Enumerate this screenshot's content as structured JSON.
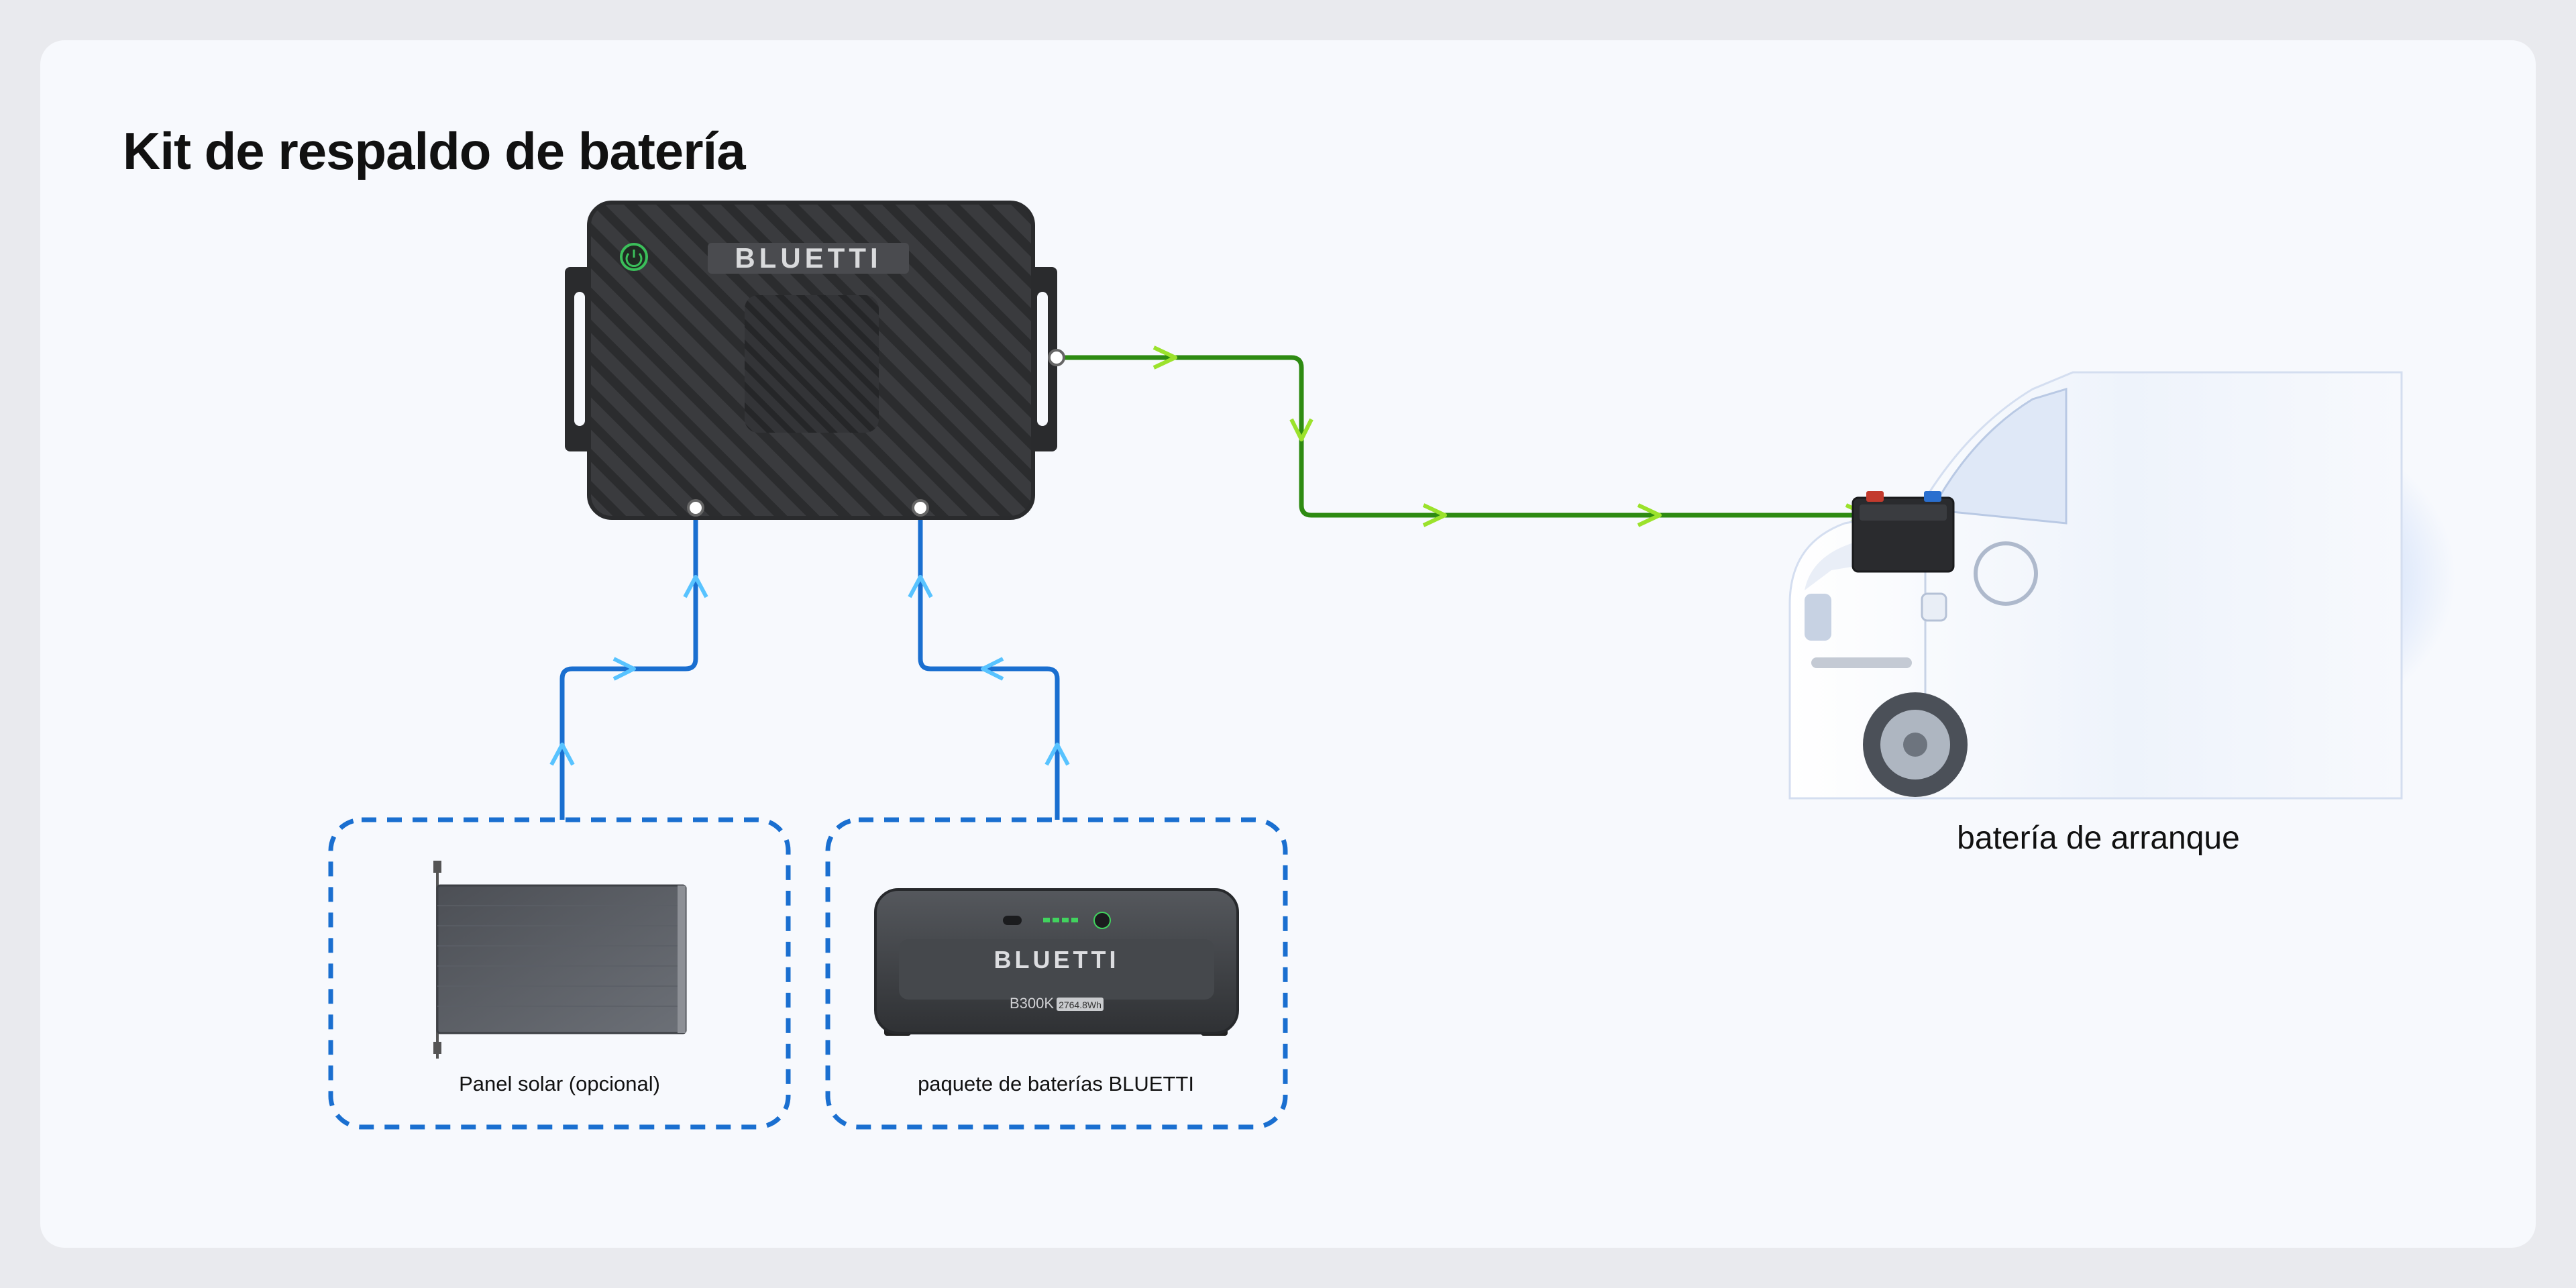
{
  "title": "Kit de respaldo de batería",
  "controller": {
    "brand": "BLUETTI"
  },
  "solar_panel": {
    "label": "Panel solar (opcional)"
  },
  "battery_pack": {
    "label": "paquete de baterías BLUETTI",
    "brand": "BLUETTI",
    "model": "B300K",
    "capacity": "2764.8Wh"
  },
  "vehicle": {
    "label": "batería de arranque"
  },
  "colors": {
    "input_line": "#1a6fd0",
    "input_arrow": "#58c3ff",
    "output_line": "#2e8b12",
    "output_arrow": "#9be22c",
    "dashed_box": "#1a6fd0"
  }
}
